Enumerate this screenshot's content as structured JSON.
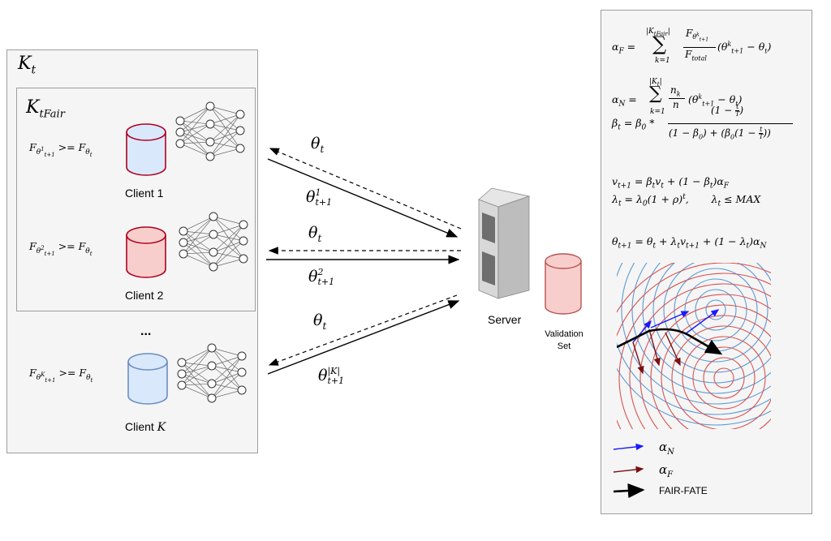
{
  "groups": {
    "all_clients": "K_t",
    "fair_clients": "K_tFair"
  },
  "clients": [
    {
      "label": "Client 1",
      "condition": "F_θ_{t+1}^1 >= F_θ_t",
      "db_color": "#b00020",
      "in_fair_group": true
    },
    {
      "label": "Client 2",
      "condition": "F_θ_{t+1}^2 >= F_θ_t",
      "db_color": "#b00020",
      "in_fair_group": true
    },
    {
      "label": "Client K",
      "condition": "F_θ_{t+1}^K >= F_θ_t",
      "db_color": "#6c8ebf",
      "in_fair_group": false
    }
  ],
  "ellipsis": "...",
  "arrows": [
    {
      "down_label": "θ_t",
      "up_label": "θ_{t+1}^1"
    },
    {
      "down_label": "θ_t",
      "up_label": "θ_{t+1}^2"
    },
    {
      "down_label": "θ_t",
      "up_label": "θ_{t+1}^{|K|}"
    }
  ],
  "server": {
    "label": "Server"
  },
  "validation": {
    "line1": "Validation",
    "line2": "Set"
  },
  "equations": [
    "α_F = Σ_{k=1}^{|K_tFair|} (F_{θ_{t+1}^k} / F_total)(θ_{t+1}^k − θ_t)",
    "α_N = Σ_{k=1}^{|K_t|} (n_k / n)(θ_{t+1}^k − θ_t)",
    "β_t = β_0 * (1 − t/T) / ((1 − β_0) + (β_0(1 − t/T)))",
    "v_{t+1} = β_t v_t + (1 − β_t)α_F",
    "λ_t = λ_0(1 + ρ)^t,   λ_t ≤ MAX",
    "θ_{t+1} = θ_t + λ_t v_{t+1} + (1 − λ_t)α_N"
  ],
  "legend": [
    {
      "label": "α_N",
      "color": "#1a1aff"
    },
    {
      "label": "α_F",
      "color": "#7a1010"
    },
    {
      "label": "FAIR-FATE",
      "color": "#000000"
    }
  ],
  "colors": {
    "contour_blue": "#5b9bd5",
    "contour_red": "#d9534f",
    "panel_bg": "#f5f5f5",
    "panel_border": "#9e9e9e"
  }
}
